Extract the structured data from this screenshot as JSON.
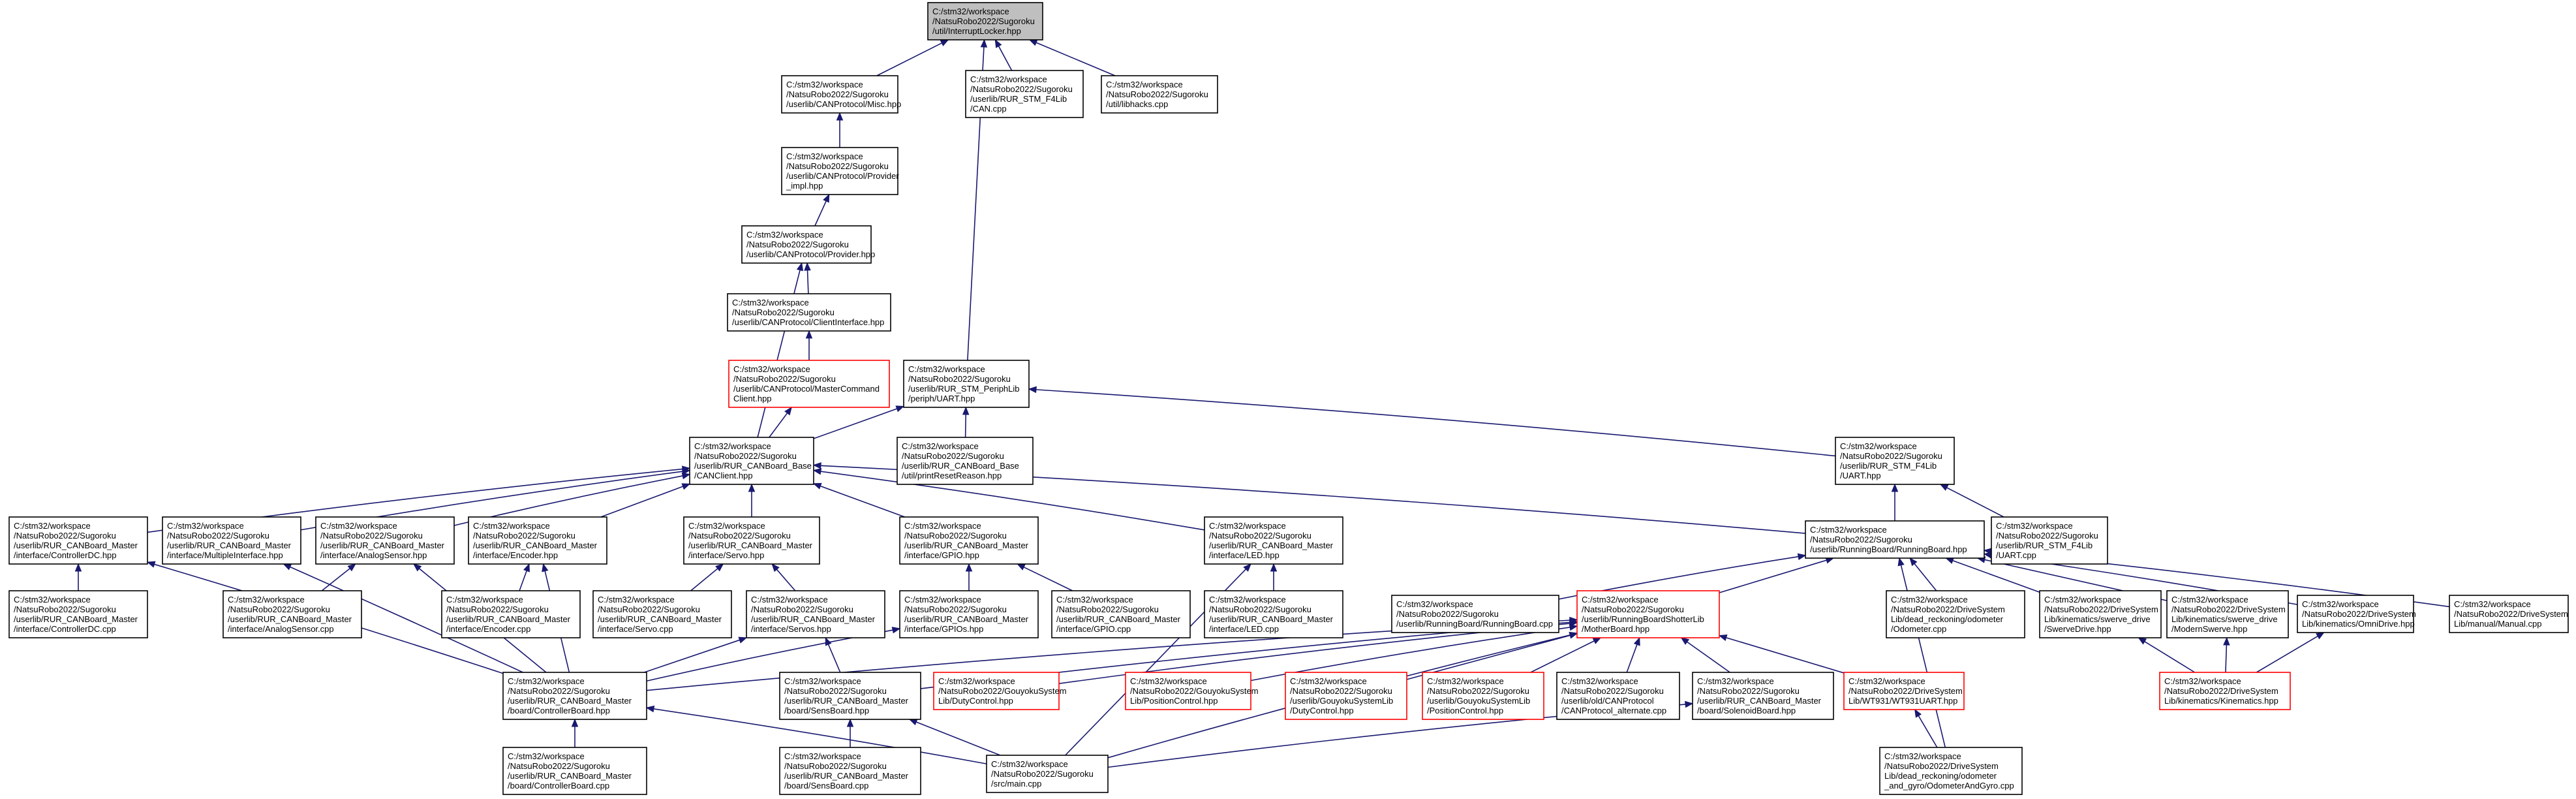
{
  "diagram": {
    "type": "include-dependency-graph",
    "colors": {
      "edge": "#191970",
      "missing_doc_border": "#ff0000",
      "root_fill": "#bfbfbf",
      "box_border": "#000000"
    },
    "nodes": [
      {
        "id": "root",
        "style": "root",
        "lines": [
          "C:/stm32/workspace",
          "/NatsuRobo2022/Sugoroku",
          "/util/InterruptLocker.hpp"
        ]
      },
      {
        "id": "misc",
        "style": "normal",
        "lines": [
          "C:/stm32/workspace",
          "/NatsuRobo2022/Sugoroku",
          "/userlib/CANProtocol/Misc.hpp"
        ]
      },
      {
        "id": "can_cpp",
        "style": "normal",
        "lines": [
          "C:/stm32/workspace",
          "/NatsuRobo2022/Sugoroku",
          "/userlib/RUR_STM_F4Lib",
          "/CAN.cpp"
        ]
      },
      {
        "id": "libhacks",
        "style": "normal",
        "lines": [
          "C:/stm32/workspace",
          "/NatsuRobo2022/Sugoroku",
          "/util/libhacks.cpp"
        ]
      },
      {
        "id": "prov_impl",
        "style": "normal",
        "lines": [
          "C:/stm32/workspace",
          "/NatsuRobo2022/Sugoroku",
          "/userlib/CANProtocol/Provider",
          "_impl.hpp"
        ]
      },
      {
        "id": "provider",
        "style": "normal",
        "lines": [
          "C:/stm32/workspace",
          "/NatsuRobo2022/Sugoroku",
          "/userlib/CANProtocol/Provider.hpp"
        ]
      },
      {
        "id": "clientif",
        "style": "normal",
        "lines": [
          "C:/stm32/workspace",
          "/NatsuRobo2022/Sugoroku",
          "/userlib/CANProtocol/ClientInterface.hpp"
        ]
      },
      {
        "id": "mastercmd",
        "style": "red",
        "lines": [
          "C:/stm32/workspace",
          "/NatsuRobo2022/Sugoroku",
          "/userlib/CANProtocol/MasterCommand",
          "Client.hpp"
        ]
      },
      {
        "id": "uart_peri",
        "style": "normal",
        "lines": [
          "C:/stm32/workspace",
          "/NatsuRobo2022/Sugoroku",
          "/userlib/RUR_STM_PeriphLib",
          "/periph/UART.hpp"
        ]
      },
      {
        "id": "canclient",
        "style": "normal",
        "lines": [
          "C:/stm32/workspace",
          "/NatsuRobo2022/Sugoroku",
          "/userlib/RUR_CANBoard_Base",
          "/CANClient.hpp"
        ]
      },
      {
        "id": "printreset",
        "style": "normal",
        "lines": [
          "C:/stm32/workspace",
          "/NatsuRobo2022/Sugoroku",
          "/userlib/RUR_CANBoard_Base",
          "/util/printResetReason.hpp"
        ]
      },
      {
        "id": "uart_f4",
        "style": "normal",
        "lines": [
          "C:/stm32/workspace",
          "/NatsuRobo2022/Sugoroku",
          "/userlib/RUR_STM_F4Lib",
          "/UART.hpp"
        ]
      },
      {
        "id": "ctrldc",
        "style": "normal",
        "lines": [
          "C:/stm32/workspace",
          "/NatsuRobo2022/Sugoroku",
          "/userlib/RUR_CANBoard_Master",
          "/interface/ControllerDC.hpp"
        ]
      },
      {
        "id": "multiif",
        "style": "normal",
        "lines": [
          "C:/stm32/workspace",
          "/NatsuRobo2022/Sugoroku",
          "/userlib/RUR_CANBoard_Master",
          "/interface/MultipleInterface.hpp"
        ]
      },
      {
        "id": "analog",
        "style": "normal",
        "lines": [
          "C:/stm32/workspace",
          "/NatsuRobo2022/Sugoroku",
          "/userlib/RUR_CANBoard_Master",
          "/interface/AnalogSensor.hpp"
        ]
      },
      {
        "id": "encoder",
        "style": "normal",
        "lines": [
          "C:/stm32/workspace",
          "/NatsuRobo2022/Sugoroku",
          "/userlib/RUR_CANBoard_Master",
          "/interface/Encoder.hpp"
        ]
      },
      {
        "id": "servo",
        "style": "normal",
        "lines": [
          "C:/stm32/workspace",
          "/NatsuRobo2022/Sugoroku",
          "/userlib/RUR_CANBoard_Master",
          "/interface/Servo.hpp"
        ]
      },
      {
        "id": "gpio",
        "style": "normal",
        "lines": [
          "C:/stm32/workspace",
          "/NatsuRobo2022/Sugoroku",
          "/userlib/RUR_CANBoard_Master",
          "/interface/GPIO.hpp"
        ]
      },
      {
        "id": "led",
        "style": "normal",
        "lines": [
          "C:/stm32/workspace",
          "/NatsuRobo2022/Sugoroku",
          "/userlib/RUR_CANBoard_Master",
          "/interface/LED.hpp"
        ]
      },
      {
        "id": "runboard",
        "style": "normal",
        "lines": [
          "C:/stm32/workspace",
          "/NatsuRobo2022/Sugoroku",
          "/userlib/RunningBoard/RunningBoard.hpp"
        ]
      },
      {
        "id": "uart_cpp",
        "style": "normal",
        "lines": [
          "C:/stm32/workspace",
          "/NatsuRobo2022/Sugoroku",
          "/userlib/RUR_STM_F4Lib",
          "/UART.cpp"
        ]
      },
      {
        "id": "ctrldc_cpp",
        "style": "normal",
        "lines": [
          "C:/stm32/workspace",
          "/NatsuRobo2022/Sugoroku",
          "/userlib/RUR_CANBoard_Master",
          "/interface/ControllerDC.cpp"
        ]
      },
      {
        "id": "analog_cpp",
        "style": "normal",
        "lines": [
          "C:/stm32/workspace",
          "/NatsuRobo2022/Sugoroku",
          "/userlib/RUR_CANBoard_Master",
          "/interface/AnalogSensor.cpp"
        ]
      },
      {
        "id": "encoder_cpp",
        "style": "normal",
        "lines": [
          "C:/stm32/workspace",
          "/NatsuRobo2022/Sugoroku",
          "/userlib/RUR_CANBoard_Master",
          "/interface/Encoder.cpp"
        ]
      },
      {
        "id": "servo_cpp",
        "style": "normal",
        "lines": [
          "C:/stm32/workspace",
          "/NatsuRobo2022/Sugoroku",
          "/userlib/RUR_CANBoard_Master",
          "/interface/Servo.cpp"
        ]
      },
      {
        "id": "servos",
        "style": "normal",
        "lines": [
          "C:/stm32/workspace",
          "/NatsuRobo2022/Sugoroku",
          "/userlib/RUR_CANBoard_Master",
          "/interface/Servos.hpp"
        ]
      },
      {
        "id": "gpios",
        "style": "normal",
        "lines": [
          "C:/stm32/workspace",
          "/NatsuRobo2022/Sugoroku",
          "/userlib/RUR_CANBoard_Master",
          "/interface/GPIOs.hpp"
        ]
      },
      {
        "id": "gpio_cpp",
        "style": "normal",
        "lines": [
          "C:/stm32/workspace",
          "/NatsuRobo2022/Sugoroku",
          "/userlib/RUR_CANBoard_Master",
          "/interface/GPIO.cpp"
        ]
      },
      {
        "id": "led_cpp",
        "style": "normal",
        "lines": [
          "C:/stm32/workspace",
          "/NatsuRobo2022/Sugoroku",
          "/userlib/RUR_CANBoard_Master",
          "/interface/LED.cpp"
        ]
      },
      {
        "id": "runboard_cpp",
        "style": "normal",
        "lines": [
          "C:/stm32/workspace",
          "/NatsuRobo2022/Sugoroku",
          "/userlib/RunningBoard/RunningBoard.cpp"
        ]
      },
      {
        "id": "motherboard",
        "style": "red",
        "lines": [
          "C:/stm32/workspace",
          "/NatsuRobo2022/Sugoroku",
          "/userlib/RunningBoardShotterLib",
          "/MotherBoard.hpp"
        ]
      },
      {
        "id": "odometer",
        "style": "normal",
        "lines": [
          "C:/stm32/workspace",
          "/NatsuRobo2022/DriveSystem",
          "Lib/dead_reckoning/odometer",
          "/Odometer.cpp"
        ]
      },
      {
        "id": "swervedrive",
        "style": "normal",
        "lines": [
          "C:/stm32/workspace",
          "/NatsuRobo2022/DriveSystem",
          "Lib/kinematics/swerve_drive",
          "/SwerveDrive.hpp"
        ]
      },
      {
        "id": "modernswerve",
        "style": "normal",
        "lines": [
          "C:/stm32/workspace",
          "/NatsuRobo2022/DriveSystem",
          "Lib/kinematics/swerve_drive",
          "/ModernSwerve.hpp"
        ]
      },
      {
        "id": "omnidrive",
        "style": "normal",
        "lines": [
          "C:/stm32/workspace",
          "/NatsuRobo2022/DriveSystem",
          "Lib/kinematics/OmniDrive.hpp"
        ]
      },
      {
        "id": "manual_cpp",
        "style": "normal",
        "lines": [
          "C:/stm32/workspace",
          "/NatsuRobo2022/DriveSystem",
          "Lib/manual/Manual.cpp"
        ]
      },
      {
        "id": "ctrlboard",
        "style": "normal",
        "lines": [
          "C:/stm32/workspace",
          "/NatsuRobo2022/Sugoroku",
          "/userlib/RUR_CANBoard_Master",
          "/board/ControllerBoard.hpp"
        ]
      },
      {
        "id": "sensboard",
        "style": "normal",
        "lines": [
          "C:/stm32/workspace",
          "/NatsuRobo2022/Sugoroku",
          "/userlib/RUR_CANBoard_Master",
          "/board/SensBoard.hpp"
        ]
      },
      {
        "id": "gouy_duty",
        "style": "red",
        "lines": [
          "C:/stm32/workspace",
          "/NatsuRobo2022/GouyokuSystem",
          "Lib/DutyControl.hpp"
        ]
      },
      {
        "id": "gouy_pos",
        "style": "red",
        "lines": [
          "C:/stm32/workspace",
          "/NatsuRobo2022/GouyokuSystem",
          "Lib/PositionControl.hpp"
        ]
      },
      {
        "id": "sugo_duty",
        "style": "red",
        "lines": [
          "C:/stm32/workspace",
          "/NatsuRobo2022/Sugoroku",
          "/userlib/GouyokuSystemLib",
          "/DutyControl.hpp"
        ]
      },
      {
        "id": "sugo_pos",
        "style": "red",
        "lines": [
          "C:/stm32/workspace",
          "/NatsuRobo2022/Sugoroku",
          "/userlib/GouyokuSystemLib",
          "/PositionControl.hpp"
        ]
      },
      {
        "id": "canalt",
        "style": "normal",
        "lines": [
          "C:/stm32/workspace",
          "/NatsuRobo2022/Sugoroku",
          "/userlib/old/CANProtocol",
          "/CANProtocol_alternate.cpp"
        ]
      },
      {
        "id": "solenoid",
        "style": "normal",
        "lines": [
          "C:/stm32/workspace",
          "/NatsuRobo2022/Sugoroku",
          "/userlib/RUR_CANBoard_Master",
          "/board/SolenoidBoard.hpp"
        ]
      },
      {
        "id": "wt931",
        "style": "red",
        "lines": [
          "C:/stm32/workspace",
          "/NatsuRobo2022/DriveSystem",
          "Lib/WT931/WT931UART.hpp"
        ]
      },
      {
        "id": "kinematics",
        "style": "red",
        "lines": [
          "C:/stm32/workspace",
          "/NatsuRobo2022/DriveSystem",
          "Lib/kinematics/Kinematics.hpp"
        ]
      },
      {
        "id": "ctrlboard_cpp",
        "style": "normal",
        "lines": [
          "C:/stm32/workspace",
          "/NatsuRobo2022/Sugoroku",
          "/userlib/RUR_CANBoard_Master",
          "/board/ControllerBoard.cpp"
        ]
      },
      {
        "id": "sensboard_cpp",
        "style": "normal",
        "lines": [
          "C:/stm32/workspace",
          "/NatsuRobo2022/Sugoroku",
          "/userlib/RUR_CANBoard_Master",
          "/board/SensBoard.cpp"
        ]
      },
      {
        "id": "main_cpp",
        "style": "normal",
        "lines": [
          "C:/stm32/workspace",
          "/NatsuRobo2022/Sugoroku",
          "/src/main.cpp"
        ]
      },
      {
        "id": "odogyro",
        "style": "normal",
        "lines": [
          "C:/stm32/workspace",
          "/NatsuRobo2022/DriveSystem",
          "Lib/dead_reckoning/odometer",
          "_and_gyro/OdometerAndGyro.cpp"
        ]
      }
    ],
    "edges": [
      [
        "misc",
        "root"
      ],
      [
        "can_cpp",
        "root"
      ],
      [
        "libhacks",
        "root"
      ],
      [
        "uart_peri",
        "root"
      ],
      [
        "prov_impl",
        "misc"
      ],
      [
        "provider",
        "prov_impl"
      ],
      [
        "clientif",
        "provider"
      ],
      [
        "canclient",
        "provider"
      ],
      [
        "mastercmd",
        "clientif"
      ],
      [
        "canclient",
        "mastercmd"
      ],
      [
        "canclient",
        "uart_peri"
      ],
      [
        "printreset",
        "uart_peri"
      ],
      [
        "uart_f4",
        "uart_peri"
      ],
      [
        "ctrldc",
        "canclient"
      ],
      [
        "multiif",
        "canclient"
      ],
      [
        "analog",
        "canclient"
      ],
      [
        "encoder",
        "canclient"
      ],
      [
        "servo",
        "canclient"
      ],
      [
        "gpio",
        "canclient"
      ],
      [
        "led",
        "canclient"
      ],
      [
        "runboard",
        "canclient"
      ],
      [
        "runboard",
        "uart_f4"
      ],
      [
        "uart_cpp",
        "uart_f4"
      ],
      [
        "ctrldc_cpp",
        "ctrldc"
      ],
      [
        "ctrlboard",
        "ctrldc"
      ],
      [
        "ctrlboard",
        "multiif"
      ],
      [
        "analog_cpp",
        "analog"
      ],
      [
        "ctrlboard",
        "analog"
      ],
      [
        "encoder_cpp",
        "encoder"
      ],
      [
        "ctrlboard",
        "encoder"
      ],
      [
        "servo_cpp",
        "servo"
      ],
      [
        "servos",
        "servo"
      ],
      [
        "ctrlboard",
        "servos"
      ],
      [
        "sensboard",
        "servos"
      ],
      [
        "gpios",
        "gpio"
      ],
      [
        "gpio_cpp",
        "gpio"
      ],
      [
        "ctrlboard",
        "gpios"
      ],
      [
        "led_cpp",
        "led"
      ],
      [
        "main_cpp",
        "led"
      ],
      [
        "runboard_cpp",
        "runboard"
      ],
      [
        "motherboard",
        "runboard"
      ],
      [
        "odometer",
        "runboard"
      ],
      [
        "swervedrive",
        "runboard"
      ],
      [
        "modernswerve",
        "runboard"
      ],
      [
        "omnidrive",
        "runboard"
      ],
      [
        "manual_cpp",
        "runboard"
      ],
      [
        "odogyro",
        "runboard"
      ],
      [
        "ctrlboard",
        "motherboard"
      ],
      [
        "sensboard",
        "motherboard"
      ],
      [
        "gouy_duty",
        "motherboard"
      ],
      [
        "gouy_pos",
        "motherboard"
      ],
      [
        "sugo_duty",
        "motherboard"
      ],
      [
        "sugo_pos",
        "motherboard"
      ],
      [
        "canalt",
        "motherboard"
      ],
      [
        "solenoid",
        "motherboard"
      ],
      [
        "wt931",
        "motherboard"
      ],
      [
        "main_cpp",
        "motherboard"
      ],
      [
        "kinematics",
        "swervedrive"
      ],
      [
        "kinematics",
        "modernswerve"
      ],
      [
        "kinematics",
        "omnidrive"
      ],
      [
        "ctrlboard_cpp",
        "ctrlboard"
      ],
      [
        "main_cpp",
        "ctrlboard"
      ],
      [
        "sensboard_cpp",
        "sensboard"
      ],
      [
        "main_cpp",
        "sensboard"
      ],
      [
        "main_cpp",
        "solenoid"
      ],
      [
        "odogyro",
        "wt931"
      ]
    ]
  }
}
